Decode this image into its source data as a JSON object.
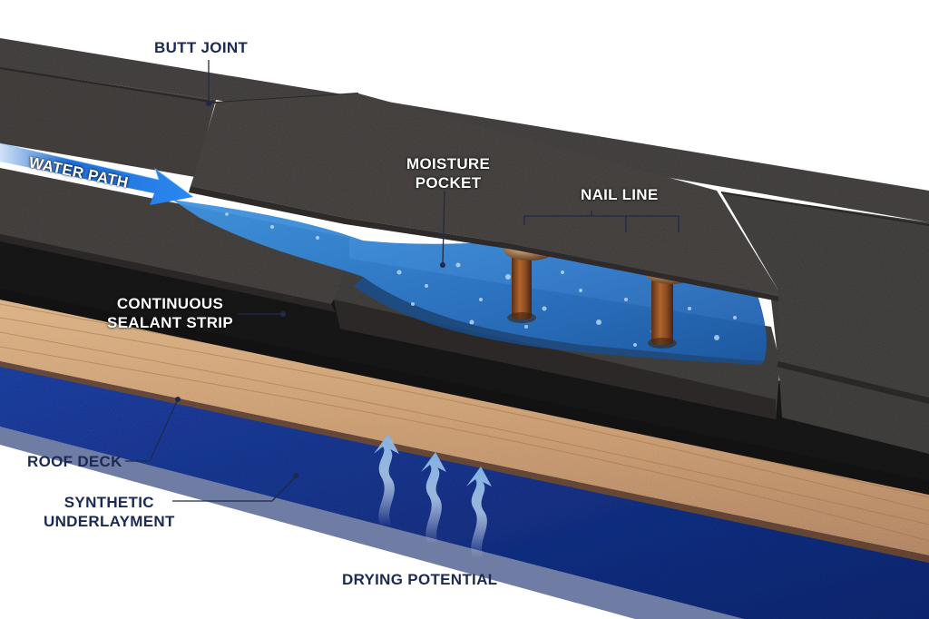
{
  "colors": {
    "label_text_on_dark": "#ffffff",
    "label_text_on_light": "#1b2a55",
    "leader_line": "#1f2a4a",
    "water": "#2e7fd0",
    "water_arrow": "#1f6fd6",
    "drying_arrows": "#a9c9ea",
    "shingle": "#4a4644",
    "shingle_dark": "#2f2c2b",
    "sealant_strip": "#232323",
    "roof_deck_wood": "#c99a63",
    "underlayment": "#1c3a94",
    "nail_rust": "#8a4a22"
  },
  "labels": {
    "butt_joint": "BUTT JOINT",
    "water_path": "WATER PATH",
    "moisture_pocket": [
      "MOISTURE",
      "POCKET"
    ],
    "nail_line": "NAIL LINE",
    "continuous_sealant_strip": [
      "CONTINUOUS",
      "SEALANT STRIP"
    ],
    "roof_deck": "ROOF DECK",
    "synthetic_underlayment": [
      "SYNTHETIC",
      "UNDERLAYMENT"
    ],
    "drying_potential": "DRYING POTENTIAL"
  },
  "icons": [
    "water-path-arrow",
    "drying-arrow",
    "nail"
  ]
}
